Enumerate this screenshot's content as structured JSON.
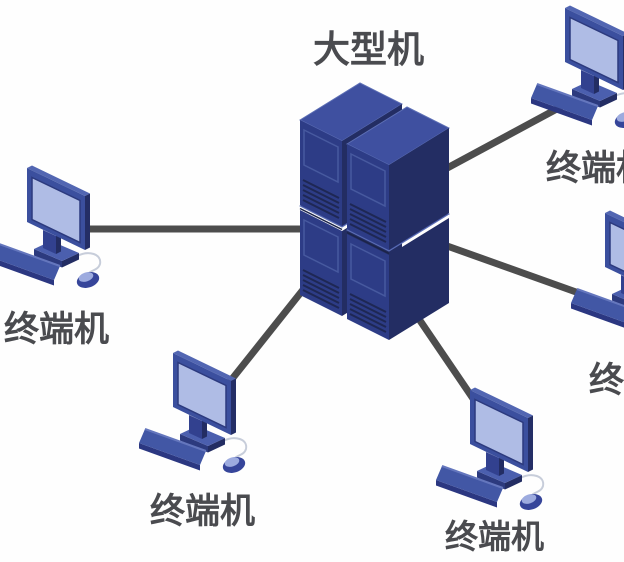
{
  "diagram": {
    "type": "network-topology",
    "background_color": "#fefefe",
    "link_color": "#4d4d4d",
    "label_color": "#4a4b4f",
    "mainframe": {
      "id": "mainframe",
      "label": "大型机"
    },
    "terminals": [
      {
        "id": "terminal-left",
        "label": "终端机",
        "position": "left"
      },
      {
        "id": "terminal-top-right",
        "label": "终端机",
        "position": "top-right"
      },
      {
        "id": "terminal-right",
        "label": "终端机",
        "position": "right"
      },
      {
        "id": "terminal-bottom-left",
        "label": "终端机",
        "position": "bottom-left"
      },
      {
        "id": "terminal-bottom-center",
        "label": "终端机",
        "position": "bottom-center"
      }
    ],
    "edges": [
      {
        "from": "mainframe",
        "to": "terminal-left"
      },
      {
        "from": "mainframe",
        "to": "terminal-top-right"
      },
      {
        "from": "mainframe",
        "to": "terminal-right"
      },
      {
        "from": "mainframe",
        "to": "terminal-bottom-left"
      },
      {
        "from": "mainframe",
        "to": "terminal-bottom-center"
      }
    ],
    "colors": {
      "device_top": "#3f50a0",
      "device_front": "#2d3c86",
      "device_side": "#232d63",
      "monitor_frame": "#3b4f9e",
      "screen": "#afbce5",
      "keyboard": "#4257a5",
      "mouse_cable": "#c7cdda"
    }
  }
}
